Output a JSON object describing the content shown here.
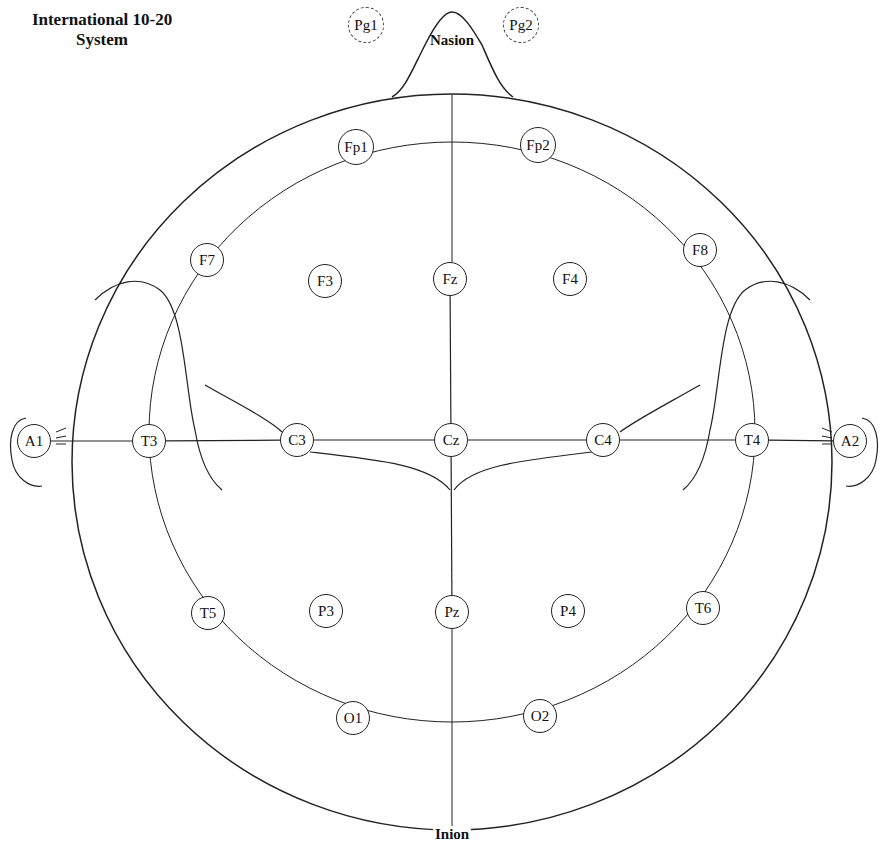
{
  "diagram": {
    "title": "International 10-20 System",
    "nodes": [
      {
        "text": [
          "Pg1"
        ]
      },
      {
        "text": [
          "Pg2"
        ]
      },
      {
        "text": [
          "Fp1"
        ]
      },
      {
        "text": [
          "Fp2"
        ]
      },
      {
        "text": [
          "F7"
        ]
      },
      {
        "text": [
          "F3"
        ]
      },
      {
        "text": [
          "Fz"
        ]
      },
      {
        "text": [
          "F4"
        ]
      },
      {
        "text": [
          "F8"
        ]
      },
      {
        "text": [
          "A1"
        ]
      },
      {
        "text": [
          "T3"
        ]
      },
      {
        "text": [
          "C3"
        ]
      },
      {
        "text": [
          "Cz"
        ]
      },
      {
        "text": [
          "C4"
        ]
      },
      {
        "text": [
          "T4"
        ]
      },
      {
        "text": [
          "A2"
        ]
      },
      {
        "text": [
          "T5"
        ]
      },
      {
        "text": [
          "P3"
        ]
      },
      {
        "text": [
          "Pz"
        ]
      },
      {
        "text": [
          "P4"
        ]
      },
      {
        "text": [
          "T6"
        ]
      },
      {
        "text": [
          "O1"
        ]
      },
      {
        "text": [
          "O2"
        ]
      }
    ],
    "edges": [
      {
        "from": 9,
        "to": 10,
        "arrow": "none"
      },
      {
        "from": 10,
        "to": 11,
        "arrow": "none"
      },
      {
        "from": 11,
        "to": 12,
        "arrow": "none"
      },
      {
        "from": 12,
        "to": 13,
        "arrow": "none"
      },
      {
        "from": 13,
        "to": 14,
        "arrow": "none"
      },
      {
        "from": 14,
        "to": 15,
        "arrow": "none"
      },
      {
        "from": 6,
        "to": 12,
        "arrow": "none"
      },
      {
        "from": 12,
        "to": 18,
        "arrow": "none"
      }
    ],
    "labels": [
      "Nasion",
      "Inion"
    ]
  }
}
